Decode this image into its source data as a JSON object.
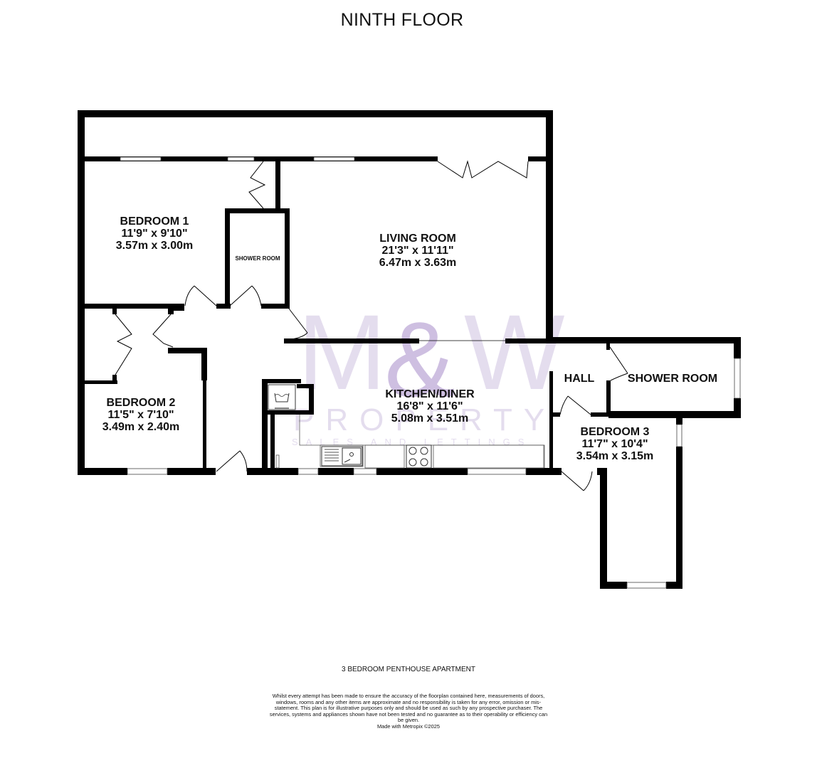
{
  "header": {
    "title": "NINTH FLOOR"
  },
  "rooms": {
    "bedroom1": {
      "name": "BEDROOM 1",
      "imperial": "11'9\"  x 9'10\"",
      "metric": "3.57m  x 3.00m"
    },
    "living_room": {
      "name": "LIVING ROOM",
      "imperial": "21'3\"  x 11'11\"",
      "metric": "6.47m  x 3.63m"
    },
    "shower_room_small": {
      "name": "SHOWER ROOM"
    },
    "bedroom2": {
      "name": "BEDROOM 2",
      "imperial": "11'5\"  x 7'10\"",
      "metric": "3.49m  x 2.40m"
    },
    "kitchen_diner": {
      "name": "KITCHEN/DINER",
      "imperial": "16'8\"  x 11'6\"",
      "metric": "5.08m  x 3.51m"
    },
    "hall": {
      "name": "HALL"
    },
    "shower_room": {
      "name": "SHOWER ROOM"
    },
    "bedroom3": {
      "name": "BEDROOM 3",
      "imperial": "11'7\"  x 10'4\"",
      "metric": "3.54m  x 3.15m"
    }
  },
  "watermark": {
    "logo": "M&W",
    "line1": "PROPERTY",
    "line2": "SALES AND LETTINGS",
    "color": "#cdc1e0"
  },
  "footer": {
    "subtitle": "3 BEDROOM PENTHOUSE APARTMENT",
    "disclaimer": "Whilst every attempt has been made to ensure the accuracy of the floorplan contained here, measurements of doors, windows, rooms and any other items are approximate and no responsibility is taken for any error, omission or mis-statement. This plan is for illustrative purposes only and should be used as such by any prospective purchaser. The services, systems and appliances shown have not been tested and no guarantee as to their operability or efficiency can be given.",
    "credit": "Made with Metropix ©2025"
  },
  "icons": {
    "washing_machine": "washing-machine-icon",
    "sink": "sink-icon",
    "hob": "hob-icon"
  },
  "colors": {
    "wall": "#000000",
    "window": "#ffffff",
    "background": "#ffffff"
  }
}
